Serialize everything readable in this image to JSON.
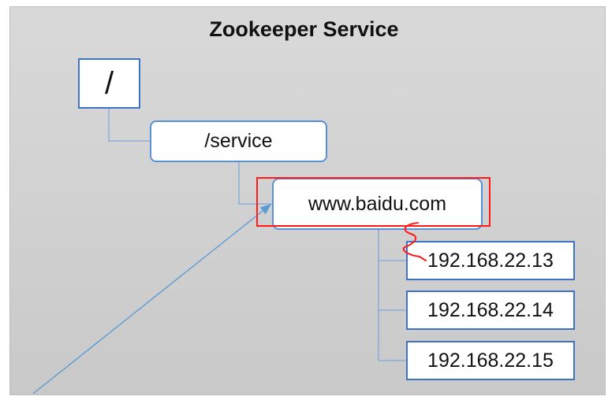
{
  "title": "Zookeeper Service",
  "nodes": {
    "root": "/",
    "service": "/service",
    "domain": "www.baidu.com",
    "ips": [
      "192.168.22.13",
      "192.168.22.14",
      "192.168.22.15"
    ]
  },
  "colors": {
    "connector": "#5b9bd5",
    "node_border": "#3f72c2",
    "annotation": "#ff1a1a"
  }
}
